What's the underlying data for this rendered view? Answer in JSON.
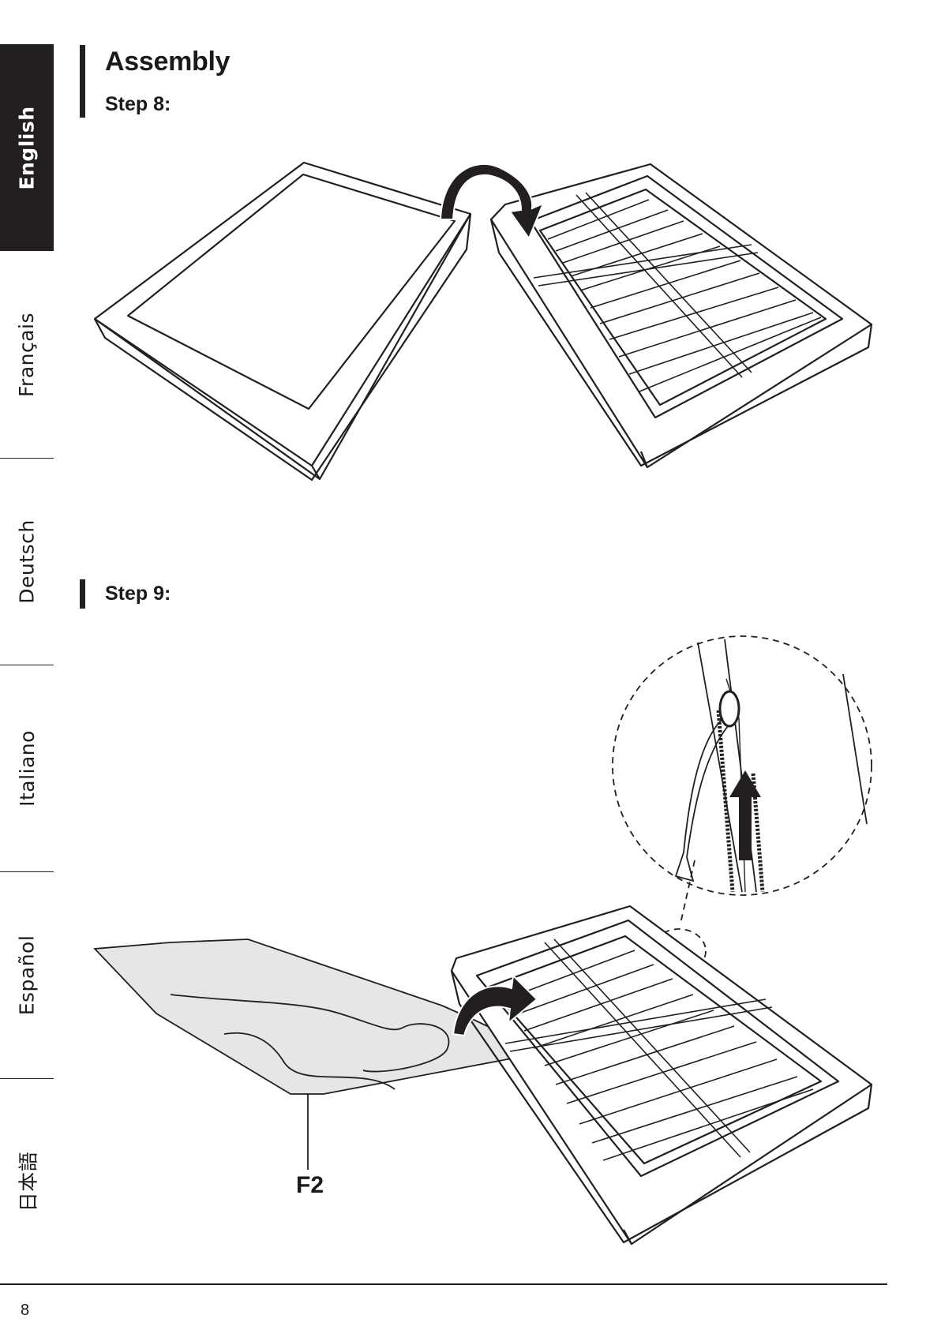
{
  "languages": [
    {
      "label": "English",
      "active": true
    },
    {
      "label": "Français",
      "active": false
    },
    {
      "label": "Deutsch",
      "active": false
    },
    {
      "label": "Italiano",
      "active": false
    },
    {
      "label": "Español",
      "active": false
    },
    {
      "label": "日本語",
      "active": false
    }
  ],
  "section": {
    "title": "Assembly"
  },
  "steps": [
    {
      "label": "Step 8:"
    },
    {
      "label": "Step 9:"
    }
  ],
  "callouts": {
    "part_f2": "F2"
  },
  "footer": {
    "page_number": "8"
  }
}
